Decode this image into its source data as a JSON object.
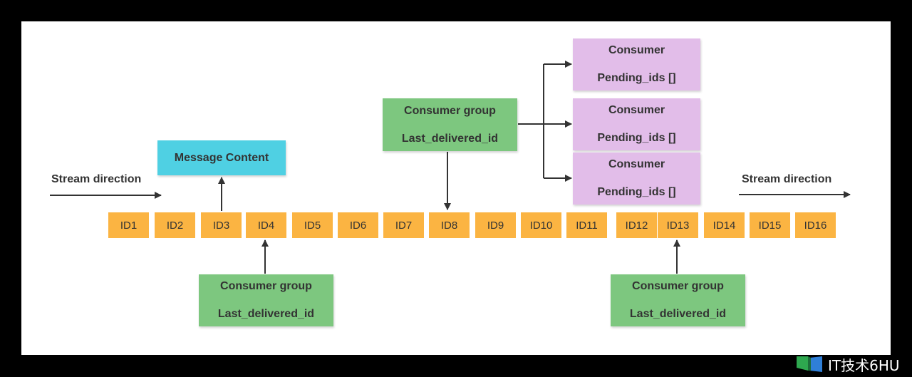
{
  "colors": {
    "background": "#000000",
    "canvas": "#ffffff",
    "id_box": "#fbb442",
    "consumer_group": "#7dc77f",
    "consumer": "#e2bde9",
    "message_content": "#4fd0e3",
    "arrow": "#333333"
  },
  "stream": {
    "direction_label_left": "Stream direction",
    "direction_label_right": "Stream direction",
    "ids": [
      "ID1",
      "ID2",
      "ID3",
      "ID4",
      "ID5",
      "ID6",
      "ID7",
      "ID8",
      "ID9",
      "ID10",
      "ID11",
      "ID12",
      "ID13",
      "ID14",
      "ID15",
      "ID16"
    ]
  },
  "message_content": {
    "label": "Message Content"
  },
  "groups": {
    "top": {
      "title": "Consumer group",
      "subtitle": "Last_delivered_id"
    },
    "bottom_left": {
      "title": "Consumer group",
      "subtitle": "Last_delivered_id"
    },
    "bottom_right": {
      "title": "Consumer group",
      "subtitle": "Last_delivered_id"
    }
  },
  "consumers": [
    {
      "title": "Consumer",
      "subtitle": "Pending_ids []"
    },
    {
      "title": "Consumer",
      "subtitle": "Pending_ids []"
    },
    {
      "title": "Consumer",
      "subtitle": "Pending_ids []"
    }
  ],
  "watermark": {
    "text": "IT技术6HU",
    "icon": "book-logo-icon"
  }
}
